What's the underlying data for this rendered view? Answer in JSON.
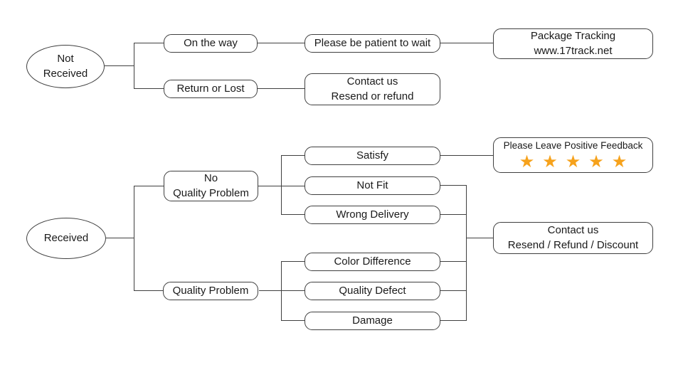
{
  "colors": {
    "line": "#3f3f3f",
    "star": "#f6a21c",
    "background": "#ffffff",
    "text": "#1a1a1a"
  },
  "nodes": {
    "not_received": {
      "line1": "Not",
      "line2": "Received"
    },
    "received": {
      "label": "Received"
    },
    "on_the_way": {
      "label": "On the way"
    },
    "return_or_lost": {
      "label": "Return or Lost"
    },
    "please_wait": {
      "label": "Please be patient to wait"
    },
    "package_tracking": {
      "line1": "Package Tracking",
      "line2": "www.17track.net"
    },
    "contact_resend_refund": {
      "line1": "Contact us",
      "line2": "Resend or refund"
    },
    "no_quality_problem": {
      "line1": "No",
      "line2": "Quality Problem"
    },
    "quality_problem": {
      "label": "Quality Problem"
    },
    "satisfy": {
      "label": "Satisfy"
    },
    "not_fit": {
      "label": "Not Fit"
    },
    "wrong_delivery": {
      "label": "Wrong Delivery"
    },
    "color_difference": {
      "label": "Color Difference"
    },
    "quality_defect": {
      "label": "Quality Defect"
    },
    "damage": {
      "label": "Damage"
    },
    "positive_feedback": {
      "title": "Please Leave Positive Feedback",
      "stars": "★★★★★"
    },
    "contact_resend_refund_discount": {
      "line1": "Contact us",
      "line2": "Resend / Refund / Discount"
    }
  }
}
